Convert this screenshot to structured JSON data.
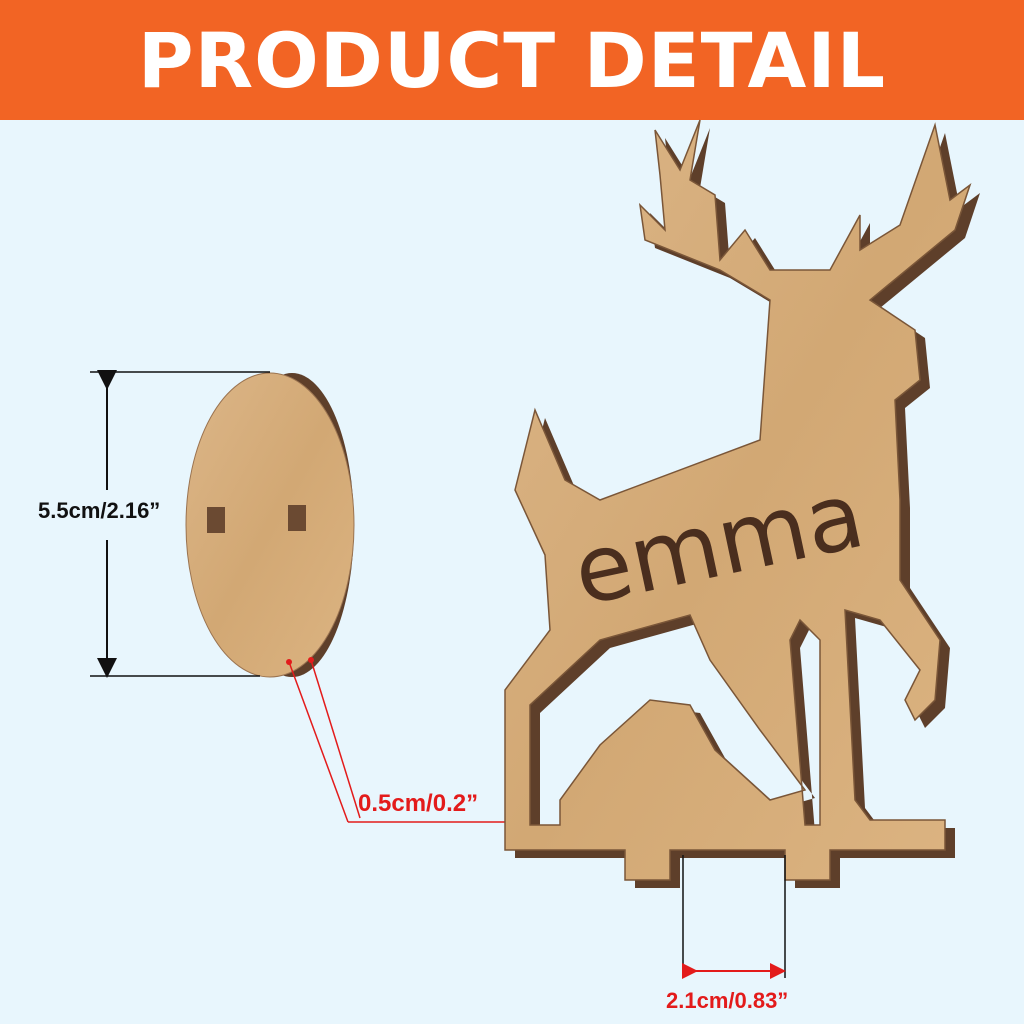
{
  "header": {
    "title": "PRODUCT DETAIL"
  },
  "product": {
    "name_engraving": "emma"
  },
  "dimensions": {
    "disc_height": "5.5cm/2.16”",
    "thickness": "0.5cm/0.2”",
    "stake_width": "2.1cm/0.83”"
  },
  "colors": {
    "header": "#f26424",
    "background": "#e8f6fd",
    "wood": "#d8b07e",
    "edge": "#6b4a32",
    "dimension_red": "#e31b1b"
  }
}
